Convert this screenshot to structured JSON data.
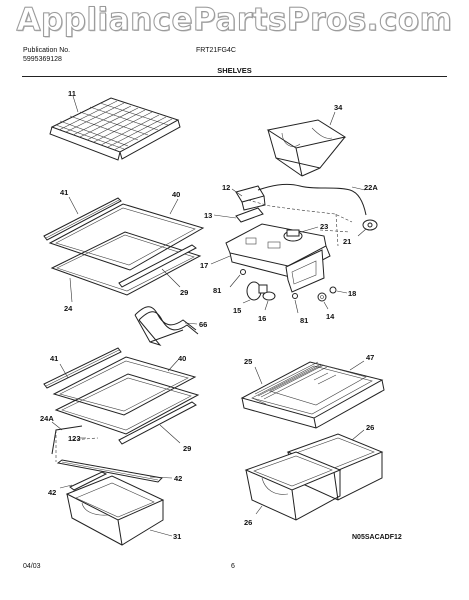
{
  "watermark": "AppliancePartsPros.com",
  "header": {
    "pub_label": "Publication No.",
    "pub_number": "5995369128",
    "model": "FRT21FG4C"
  },
  "section_title": "SHELVES",
  "callouts": {
    "c11": "11",
    "c34": "34",
    "c41a": "41",
    "c40a": "40",
    "c12": "12",
    "c22a": "22A",
    "c13": "13",
    "c23": "23",
    "c21": "21",
    "c17": "17",
    "c81a": "81",
    "c15": "15",
    "c16": "16",
    "c81b": "81",
    "c14": "14",
    "c18": "18",
    "c24": "24",
    "c29a": "29",
    "c66": "66",
    "c41b": "41",
    "c40b": "40",
    "c25": "25",
    "c47": "47",
    "c24a": "24A",
    "c123": "123",
    "c29b": "29",
    "c26a": "26",
    "c42a": "42",
    "c42b": "42",
    "c31": "31",
    "c26b": "26"
  },
  "footer": {
    "date": "04/03",
    "page": "6",
    "code": "N05SACADF12"
  }
}
